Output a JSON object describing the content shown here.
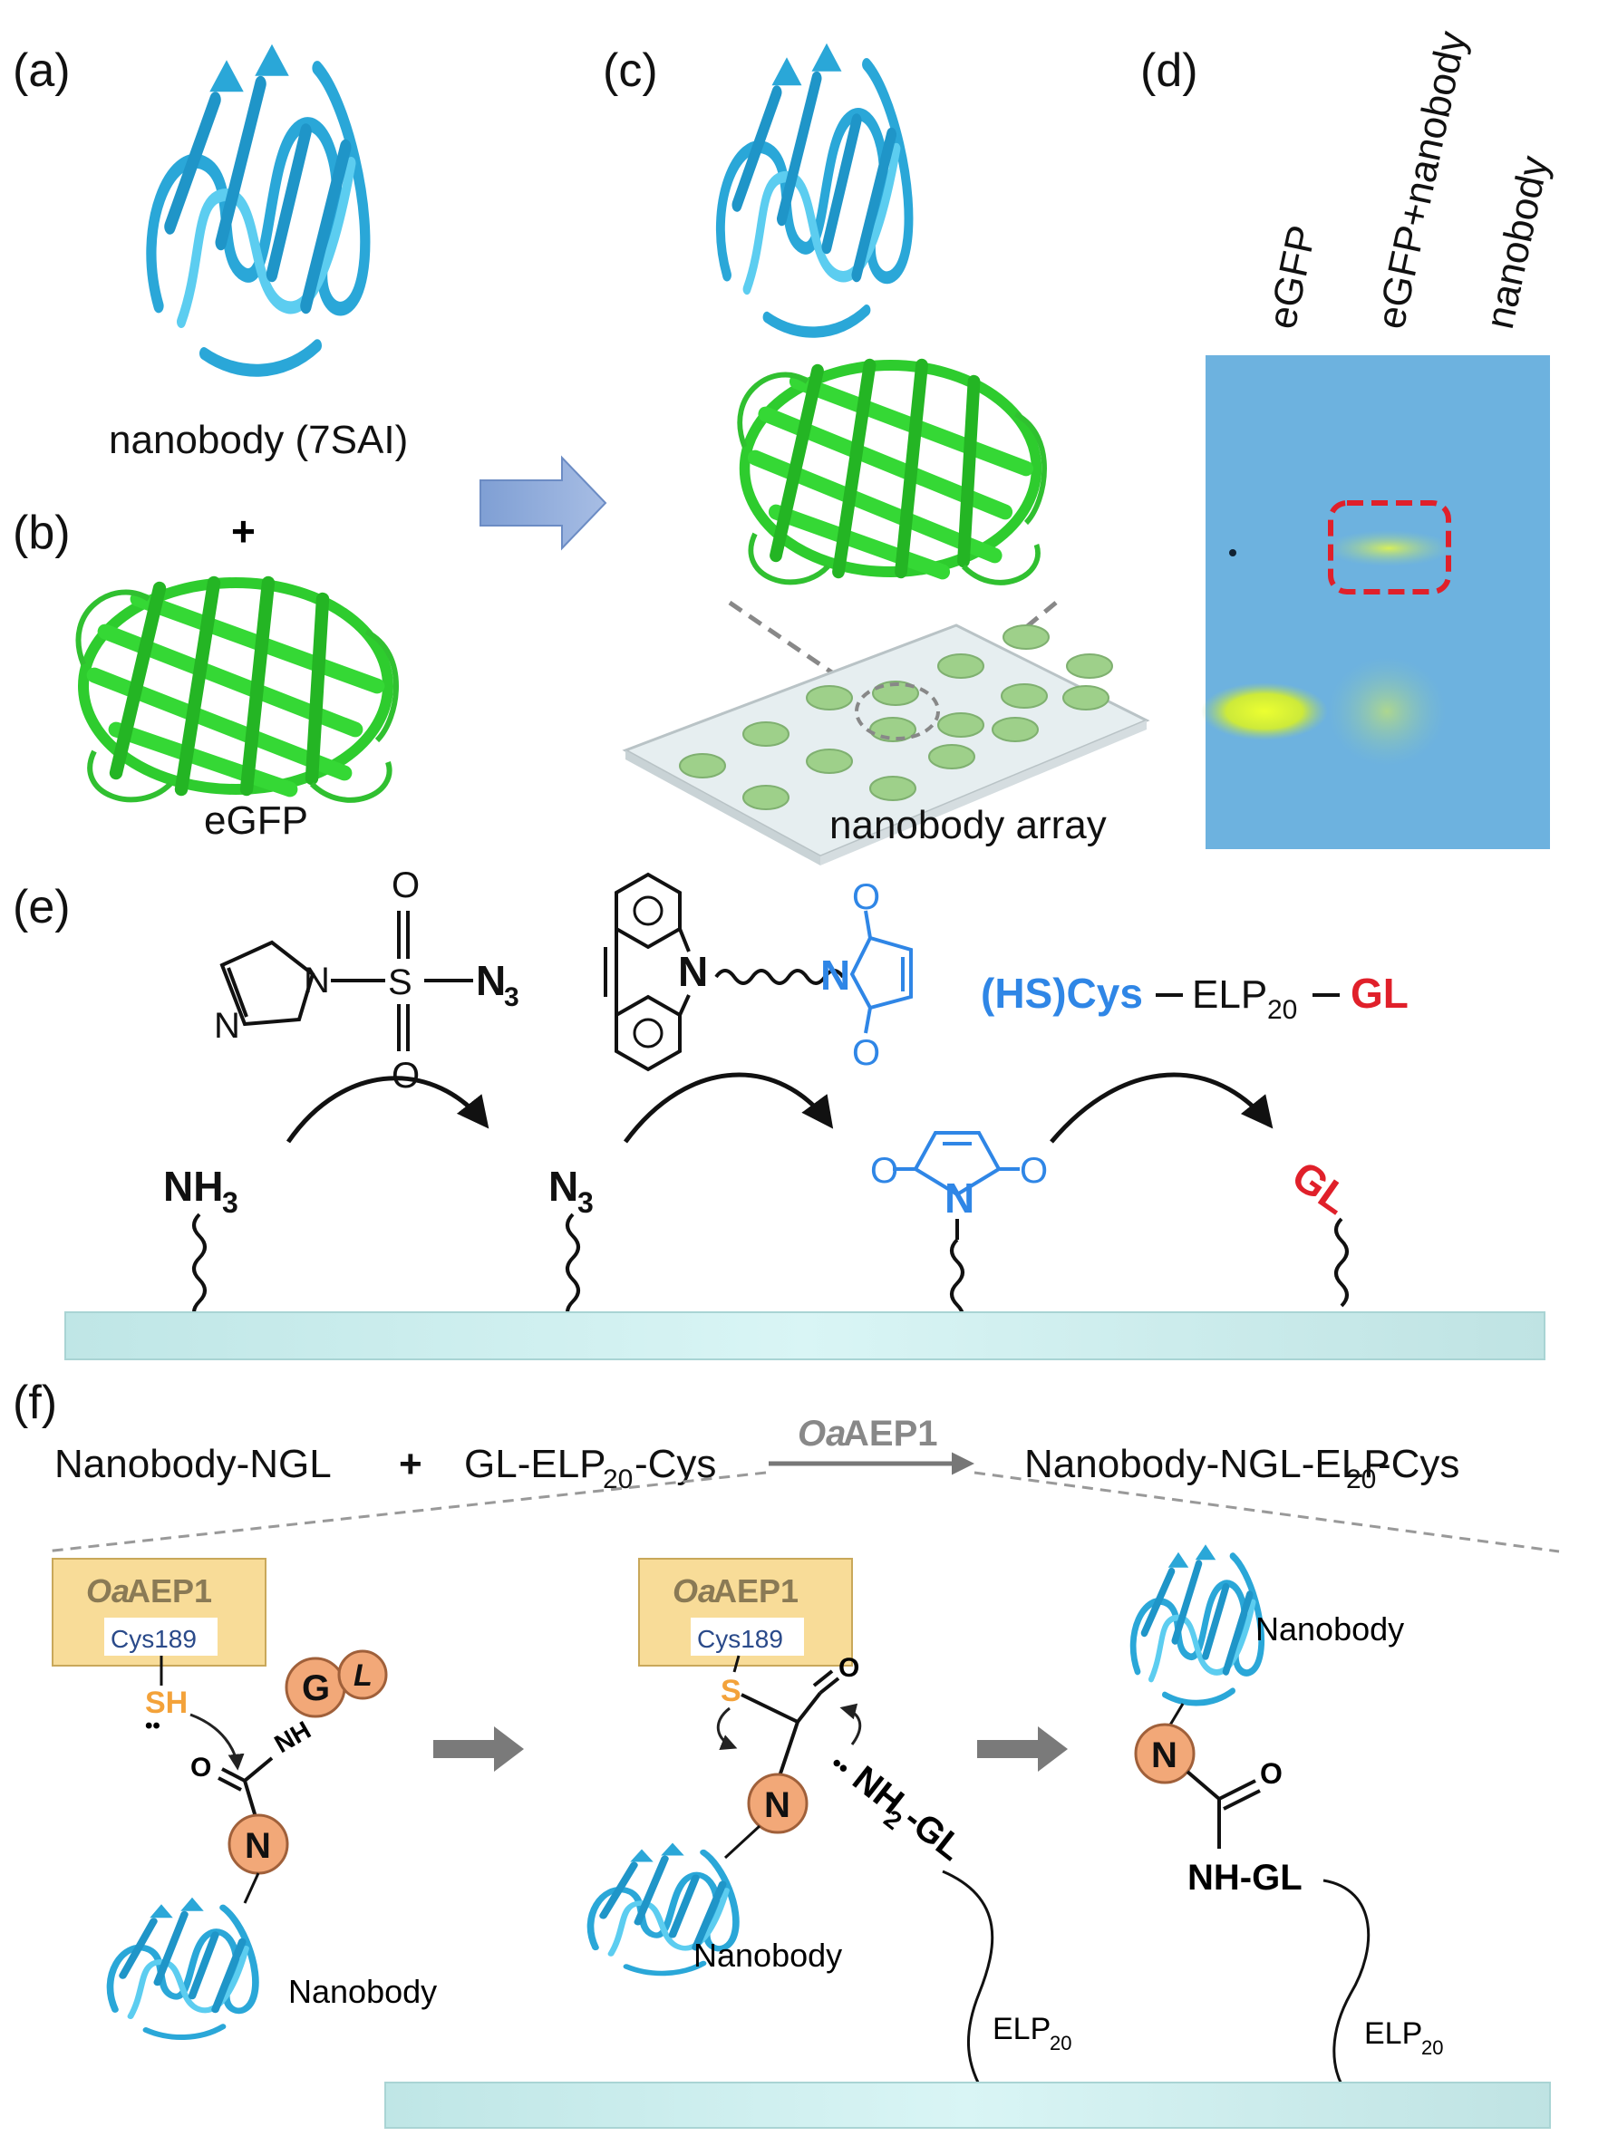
{
  "panels": {
    "a": {
      "label": "(a)",
      "caption": "nanobody (7SAI)"
    },
    "b": {
      "label": "(b)",
      "plus": "+",
      "caption": "eGFP"
    },
    "c": {
      "label": "(c)",
      "caption": "nanobody array"
    },
    "d": {
      "label": "(d)",
      "lanes": [
        "eGFP",
        "eGFP+nanobody",
        "nanobody"
      ]
    },
    "e": {
      "label": "(e)",
      "reagent1": {
        "N3": "N",
        "N3_sub": "3",
        "O_top": "O",
        "O_bottom": "O",
        "S": "S",
        "ring_N1": "N",
        "ring_N2": "N"
      },
      "reagent2": {
        "N": "N",
        "O_top": "O",
        "O_bottom": "O"
      },
      "reagent3": {
        "hs_cys": "(HS)Cys",
        "elp": "ELP",
        "elp_sub": "20",
        "gl": "GL"
      },
      "surface_groups": {
        "nh3": "NH",
        "nh3_sub": "3",
        "n3": "N",
        "n3_sub": "3",
        "maleimide_N": "N",
        "maleimide_O_left": "O",
        "maleimide_O_right": "O",
        "gl": "GL"
      }
    },
    "f": {
      "label": "(f)",
      "equation": {
        "reactant1": "Nanobody-NGL",
        "plus": "+",
        "reactant2_a": "GL-ELP",
        "reactant2_sub": "20",
        "reactant2_b": "-Cys",
        "enzyme_italic": "Oa",
        "enzyme_rest": "AEP1",
        "product_a": "Nanobody-NGL-ELP",
        "product_sub": "20",
        "product_b": "-Cys"
      },
      "step1": {
        "enzyme_italic": "Oa",
        "enzyme_rest": "AEP1",
        "cys": "Cys189",
        "sh": "SH",
        "lone_pair": "••",
        "G": "G",
        "L": "L",
        "NH": "NH",
        "O": "O",
        "N": "N",
        "nanobody": "Nanobody"
      },
      "step2": {
        "enzyme_italic": "Oa",
        "enzyme_rest": "AEP1",
        "cys": "Cys189",
        "S": "S",
        "O": "O",
        "N": "N",
        "nh2": "NH",
        "nh2_sub": "2",
        "gl": "-GL",
        "lone_pair": "••",
        "nanobody": "Nanobody",
        "elp": "ELP",
        "elp_sub": "20"
      },
      "step3": {
        "nanobody": "Nanobody",
        "N": "N",
        "O": "O",
        "nhgl": "NH-GL",
        "elp": "ELP",
        "elp_sub": "20"
      }
    }
  },
  "colors": {
    "nanobody": "#35b6e0",
    "egfp": "#33d233",
    "maleimide": "#2f86e6",
    "gl_red": "#e0202a",
    "residue_orange": "#f2a878",
    "enzyme_box": "#f8dc98",
    "surface": "#c9ecec",
    "gel_bg": "#62a9de",
    "band": "#d6f020"
  }
}
